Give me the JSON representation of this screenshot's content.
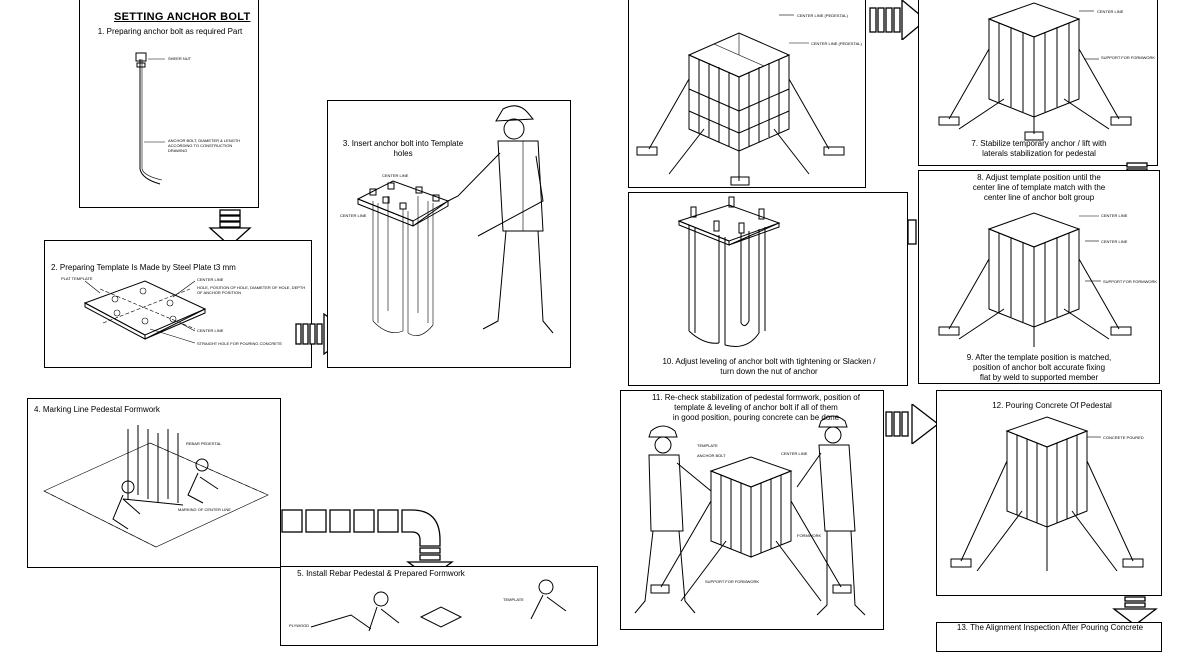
{
  "panels": {
    "p1": {
      "title": "SETTING ANCHOR BOLT",
      "caption": "1. Preparing anchor bolt as required Part",
      "labels": [
        "SHEER NUT",
        "ANCHOR BOLT, DIAMETER & LENGTH ACCORDING TO CONSTRUCTION DRAWING"
      ]
    },
    "p2": {
      "caption": "2. Preparing Template Is Made by Steel Plate t3 mm",
      "labels": [
        "PLAT TEMPLATE",
        "CENTER LINE",
        "HOLE, POSITION OF HOLE, DIAMETER OF HOLE, DEPTH OF ANCHOR POSITION",
        "CENTER LINE",
        "STRAIGHT HOLE FOR POURING CONCRETE"
      ]
    },
    "p3": {
      "caption": "3. Insert anchor bolt into Template holes",
      "labels": [
        "CENTER LINE",
        "CENTER LINE"
      ]
    },
    "p4": {
      "caption": "4. Marking Line Pedestal Formwork",
      "labels": [
        "REBAR PEDESTAL",
        "MARKING OF CENTER LINE"
      ]
    },
    "p5": {
      "caption": "5. Install Rebar Pedestal & Prepared Formwork",
      "labels": [
        "TEMPLATE",
        "PLYWOOD"
      ]
    },
    "p6": {
      "caption": "",
      "labels": [
        "CENTER LINE (PEDESTAL)",
        "CENTER LINE (PEDESTAL)"
      ]
    },
    "p7": {
      "caption": "7. Stabilize temporary anchor / lift with\nlaterals stabilization for pedestal",
      "labels": [
        "CENTER LINE",
        "SUPPORT FOR FORMWORK"
      ]
    },
    "p8": {
      "caption": "8. Adjust template position until the\ncenter line of template match with the\ncenter line of anchor bolt group",
      "labels": [
        "CENTER LINE",
        "CENTER LINE",
        "SUPPORT FOR FORMWORK"
      ]
    },
    "p9": {
      "caption": "9. After the template position is matched,\nposition of anchor bolt accurate fixing\nflat by weld to supported member"
    },
    "p10": {
      "caption": "10. Adjust leveling of anchor bolt with tightening or Slacken /\nturn down the nut of anchor"
    },
    "p11": {
      "caption": "11. Re-check stabilization of pedestal formwork, position of\ntemplate & leveling of anchor bolt if all of them\nin good position, pouring concrete can be done",
      "labels": [
        "TEMPLATE",
        "CENTER LINE",
        "ANCHOR BOLT",
        "FORMWORK",
        "SUPPORT FOR FORMWORK"
      ]
    },
    "p12": {
      "caption": "12. Pouring Concrete Of Pedestal",
      "labels": [
        "CONCRETE POURED"
      ]
    },
    "p13": {
      "caption": "13. The Alignment Inspection After Pouring Concrete"
    }
  },
  "icons": [
    "flow-arrow-icon",
    "worker-figure-icon",
    "anchor-bolt-icon",
    "formwork-icon"
  ]
}
